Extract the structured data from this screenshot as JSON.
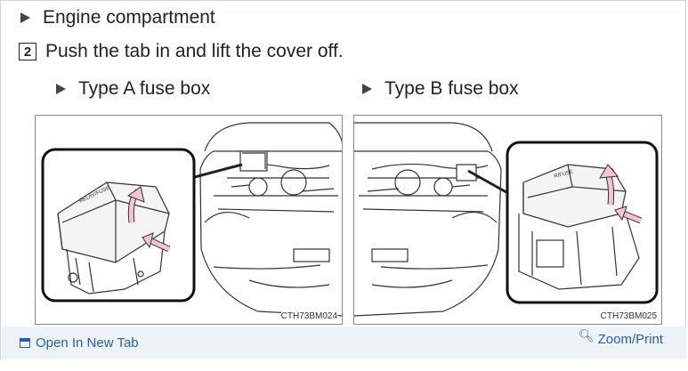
{
  "content": {
    "bullet1": "Engine compartment",
    "step_number": "2",
    "step_text": "Push the tab in and lift the cover off.",
    "type_a": "Type A fuse box",
    "type_b": "Type B fuse box"
  },
  "figures": {
    "a_caption": "CTH73BM024",
    "b_caption": "CTH73BM025"
  },
  "footer": {
    "open_new_tab": "Open In New Tab",
    "zoom_print": "Zoom/Print",
    "open_icon": "window-icon",
    "zoom_icon": "magnifier-plus-icon"
  },
  "colors": {
    "link": "#2a5db0",
    "footer_bg": "#eef3f8",
    "arrow": "#f7c3d2"
  }
}
